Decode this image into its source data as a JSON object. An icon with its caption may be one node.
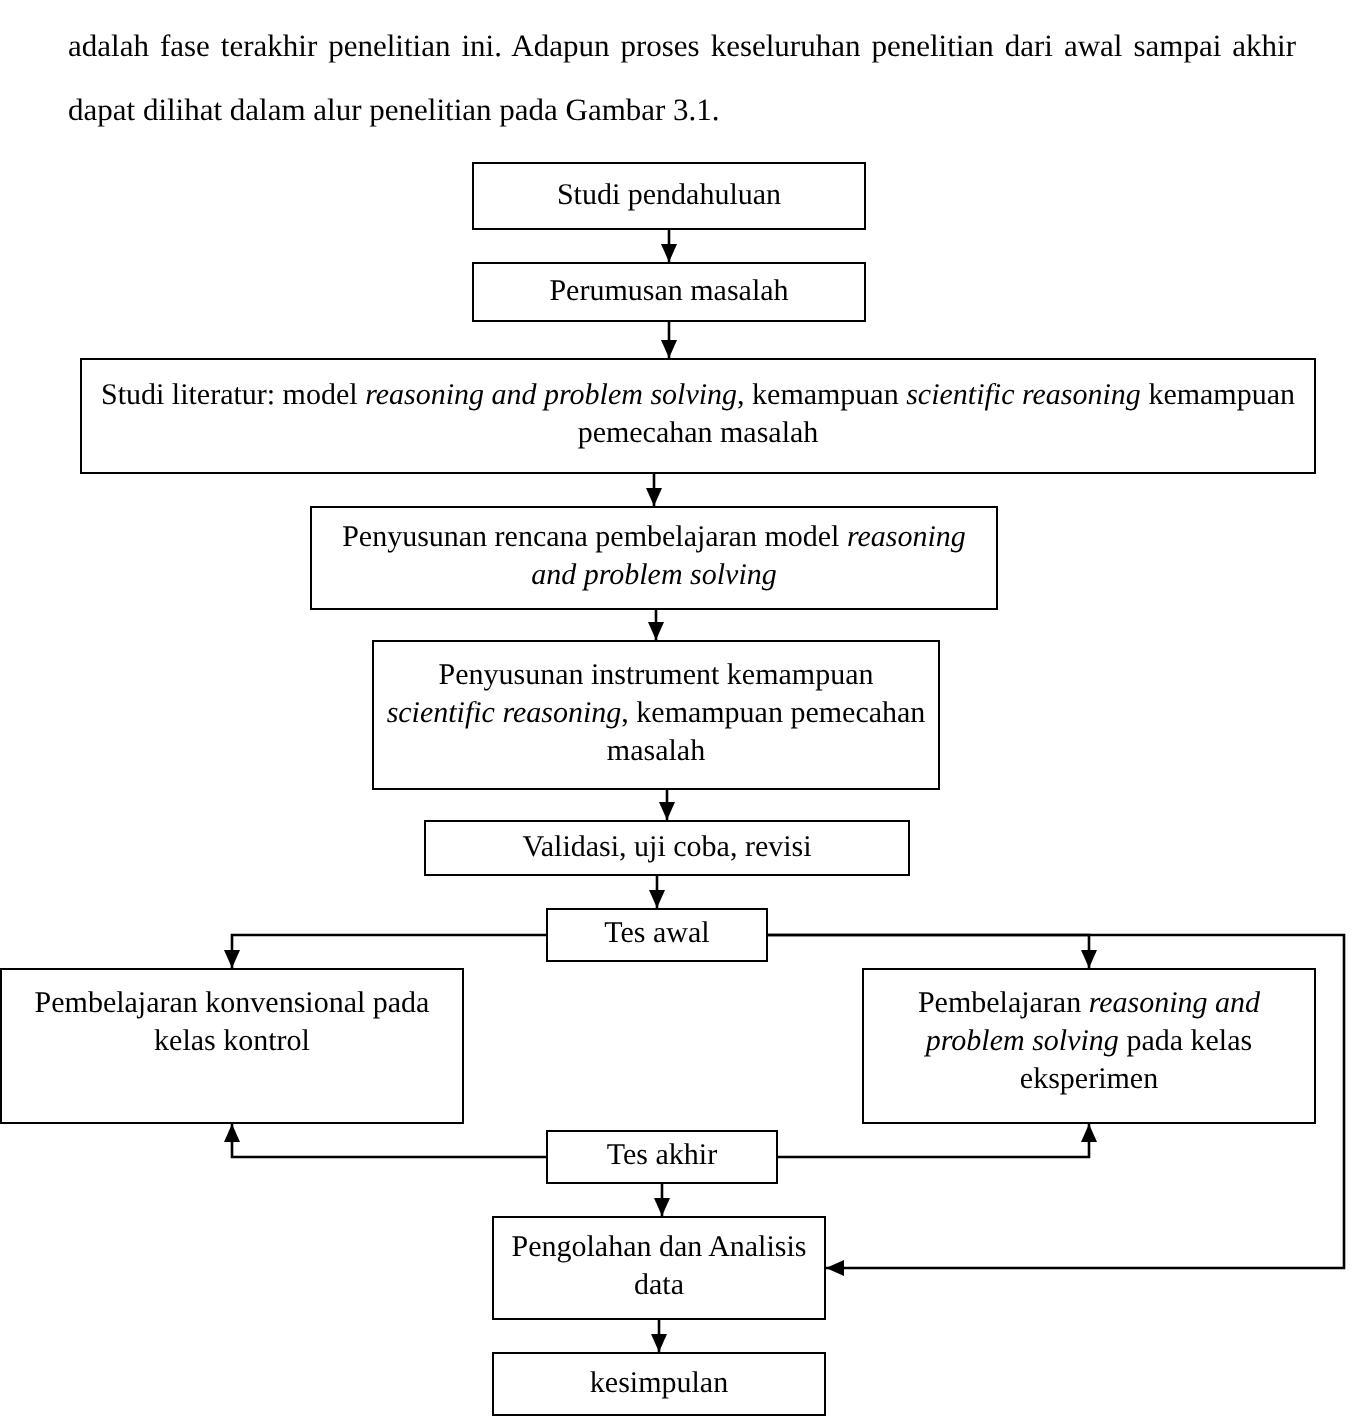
{
  "diagram": {
    "nodes": [
      {
        "text": [
          "Studi pendahuluan"
        ]
      },
      {
        "text": [
          "Perumusan masalah"
        ]
      },
      {
        "text": [
          "Studi literatur: model *reasoning and problem solving*, kemampuan *scientific reasoning* kemampuan pemecahan masalah"
        ]
      },
      {
        "text": [
          "Penyusunan rencana pembelajaran model *reasoning and problem solving*"
        ]
      },
      {
        "text": [
          "Penyusunan instrument kemampuan *scientific  reasoning*, kemampuan pemecahan masalah"
        ]
      },
      {
        "text": [
          "Validasi, uji coba, revisi"
        ]
      },
      {
        "text": [
          "Tes awal"
        ]
      },
      {
        "text": [
          "Pembelajaran konvensional pada kelas kontrol"
        ]
      },
      {
        "text": [
          "Pembelajaran *reasoning and problem solving* pada kelas eksperimen"
        ]
      },
      {
        "text": [
          "Tes akhir"
        ]
      },
      {
        "text": [
          "Pengolahan dan Analisis data"
        ]
      },
      {
        "text": [
          "kesimpulan"
        ]
      }
    ],
    "edges": [
      {
        "from": 0,
        "to": 1,
        "arrow": "to"
      },
      {
        "from": 1,
        "to": 2,
        "arrow": "to"
      },
      {
        "from": 2,
        "to": 3,
        "arrow": "to"
      },
      {
        "from": 3,
        "to": 4,
        "arrow": "to"
      },
      {
        "from": 4,
        "to": 5,
        "arrow": "to"
      },
      {
        "from": 5,
        "to": 6,
        "arrow": "to"
      },
      {
        "from": 6,
        "to": 7,
        "arrow": "to"
      },
      {
        "from": 6,
        "to": 8,
        "arrow": "to"
      },
      {
        "from": 6,
        "to": 10,
        "arrow": "to"
      },
      {
        "from": 9,
        "to": 7,
        "arrow": "to"
      },
      {
        "from": 9,
        "to": 8,
        "arrow": "to"
      },
      {
        "from": 9,
        "to": 10,
        "arrow": "to"
      },
      {
        "from": 10,
        "to": 11,
        "arrow": "to"
      }
    ],
    "labels": [
      "adalah fase terakhir penelitian ini. Adapun proses keseluruhan penelitian dari awal sampai akhir dapat dilihat dalam alur penelitian pada Gambar 3.1."
    ]
  }
}
